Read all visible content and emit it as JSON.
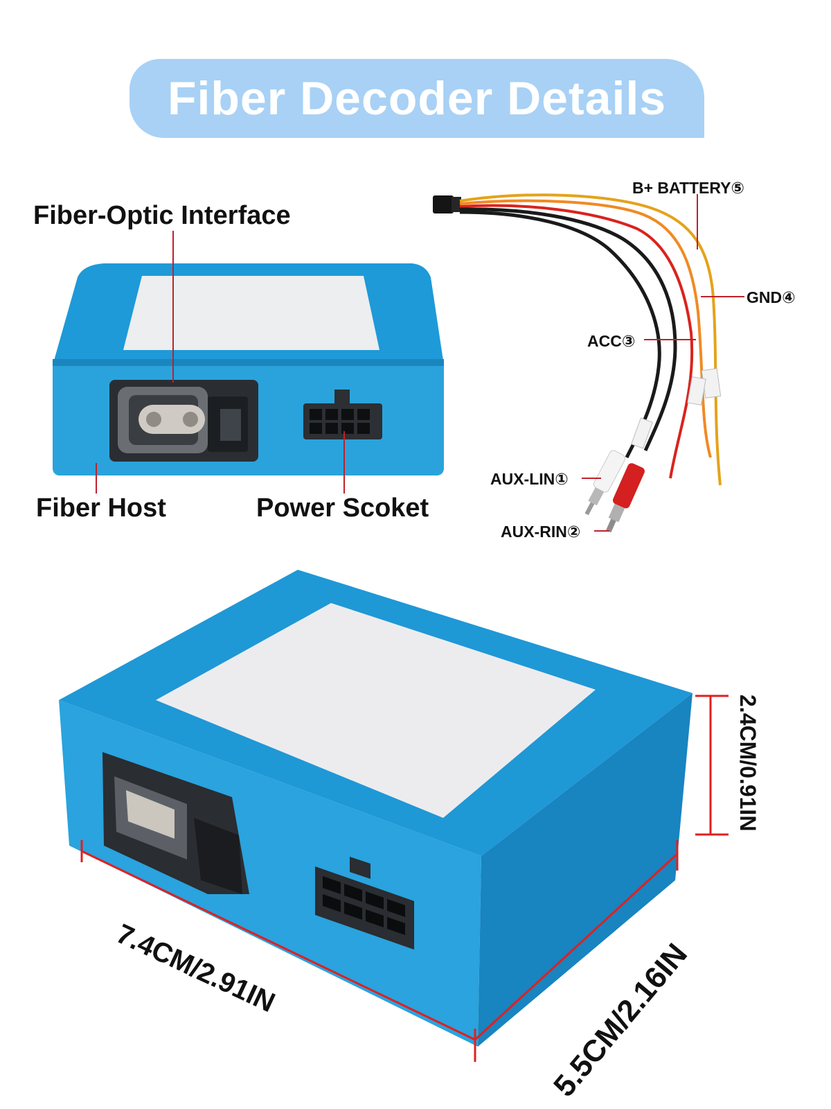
{
  "header": {
    "title": "Fiber Decoder Details"
  },
  "front_view": {
    "labels": {
      "fiber_optic_interface": "Fiber-Optic Interface",
      "fiber_host": "Fiber Host",
      "power_socket": "Power Scoket"
    }
  },
  "harness": {
    "labels": {
      "battery": "B+ BATTERY⑤",
      "gnd": "GND④",
      "acc": "ACC③",
      "aux_lin": "AUX-LIN①",
      "aux_rin": "AUX-RIN②"
    },
    "wire_colors": {
      "black": "#1a1a1a",
      "red": "#d9231e",
      "yellow": "#e5a21a",
      "orange": "#f08a24"
    }
  },
  "dimensions": {
    "length": "7.4CM/2.91IN",
    "width": "5.5CM/2.16IN",
    "height": "2.4CM/0.91IN"
  },
  "colors": {
    "banner": "#a8d1f5",
    "box_blue": "#1f9ad6",
    "dimension_line": "#e02020"
  }
}
